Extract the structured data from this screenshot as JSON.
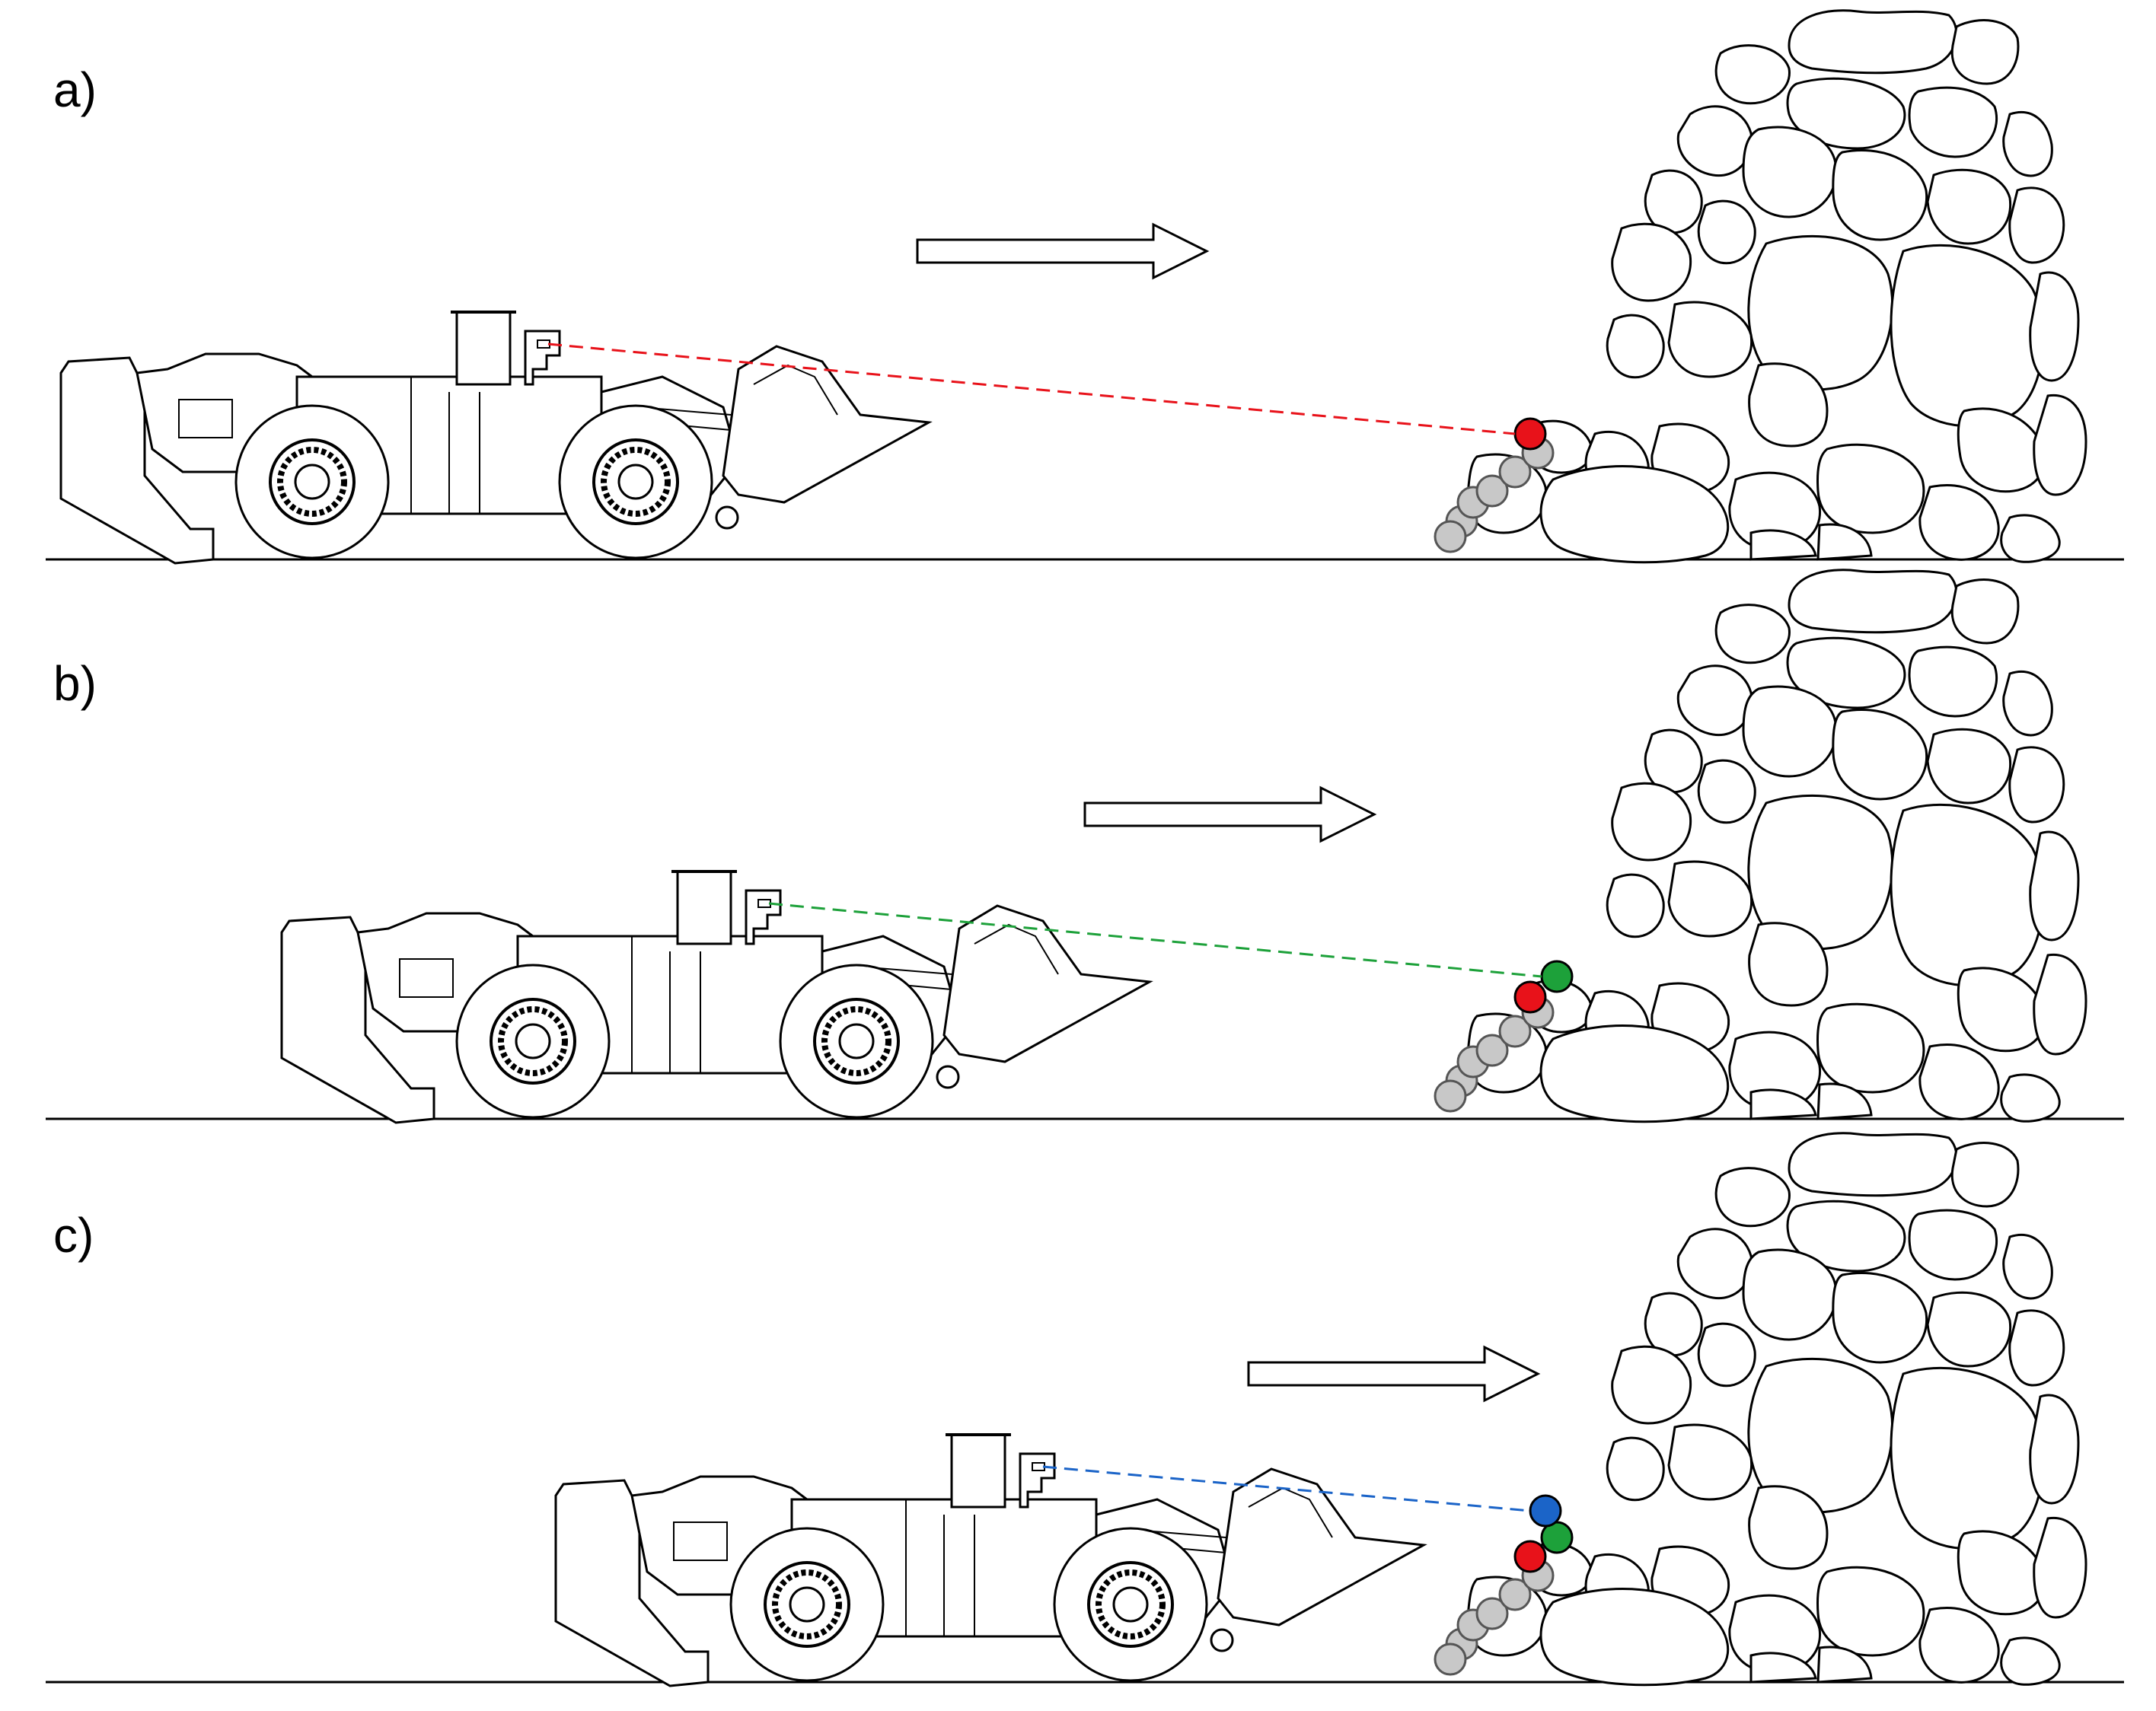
{
  "panels": [
    {
      "label": "a)",
      "marker_colors": [
        "#e8121a"
      ],
      "sight_color": "#e8121a"
    },
    {
      "label": "b)",
      "marker_colors": [
        "#e8121a",
        "#1da13a"
      ],
      "sight_color": "#1da13a"
    },
    {
      "label": "c)",
      "marker_colors": [
        "#e8121a",
        "#1da13a",
        "#1b64c8"
      ],
      "sight_color": "#1b64c8"
    }
  ],
  "colors": {
    "history_marker": "#c8c8c8",
    "outline": "#000000",
    "background": "#ffffff"
  },
  "icons": {
    "machine": "lhd-loader-icon",
    "direction": "arrow-right-icon",
    "sensor": "lidar-sensor-icon",
    "pile": "rock-pile-icon"
  }
}
